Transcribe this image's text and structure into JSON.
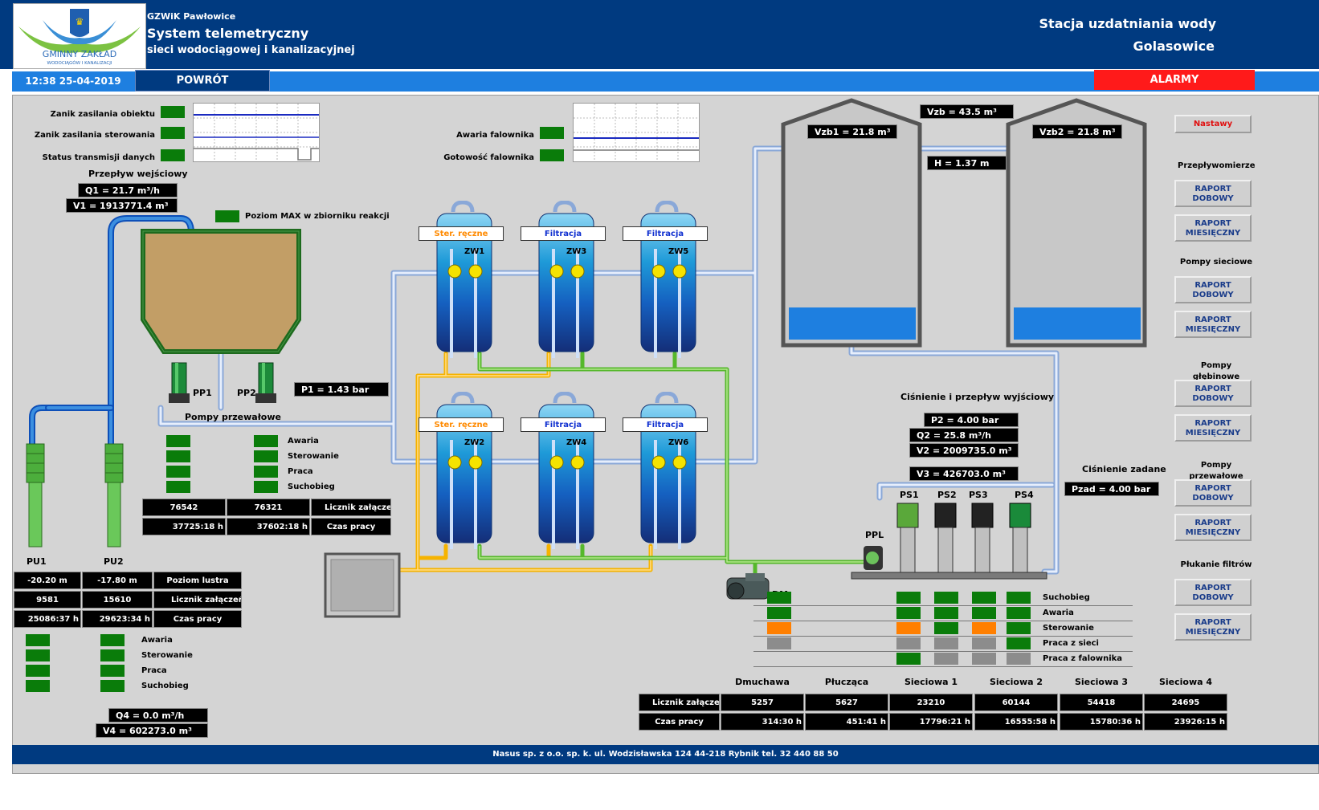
{
  "header": {
    "logo_text": "GMINNY ZAKŁAD",
    "logo_subtext": "WODOCIĄGÓW I KANALIZACJI",
    "org": "GZWiK Pawłowice",
    "title_line1": "System telemetryczny",
    "title_line2": "sieci wodociągowej i kanalizacyjnej",
    "station_line1": "Stacja uzdatniania wody",
    "station_line2": "Golasowice"
  },
  "toolbar": {
    "datetime": "12:38 25-04-2019",
    "back_label": "POWRÓT",
    "alarms_label": "ALARMY"
  },
  "status": {
    "power_loss_label": "Zanik zasilania obiektu",
    "control_power_loss_label": "Zanik zasilania sterowania",
    "data_transmission_label": "Status transmisji danych",
    "inverter_fault_label": "Awaria falownika",
    "inverter_ready_label": "Gotowość falownika"
  },
  "inflow": {
    "title": "Przepływ wejściowy",
    "q1": "Q1 =     21.7  m³/h",
    "v1": "V1 =   1913771.4 m³",
    "max_level_label": "Poziom MAX w zbiorniku reakcji"
  },
  "booster": {
    "pp1": "PP1",
    "pp2": "PP2",
    "p1": "P1 =  1.43   bar",
    "label": "Pompy przewałowe",
    "states": [
      "Awaria",
      "Sterowanie",
      "Praca",
      "Suchobieg"
    ],
    "counter1": "76542",
    "counter2": "76321",
    "counter_label": "Licznik załączeń",
    "time1": "37725:18 h",
    "time2": "37602:18 h",
    "time_label": "Czas pracy"
  },
  "wells": {
    "pu1": "PU1",
    "pu2": "PU2",
    "level1": "-20.20  m",
    "level2": "-17.80  m",
    "level_label": "Poziom lustra",
    "counter1": "9581",
    "counter2": "15610",
    "counter_label": "Licznik załączeń",
    "time1": "25086:37 h",
    "time2": "29623:34 h",
    "time_label": "Czas pracy",
    "states": [
      "Awaria",
      "Sterowanie",
      "Praca",
      "Suchobieg"
    ],
    "q4": "Q4 =      0.0  m³/h",
    "v4": "V4 =    602273.0 m³"
  },
  "filters": [
    {
      "name": "ZW1",
      "mode": "Ster. ręczne",
      "mode_color": "#ff8a00"
    },
    {
      "name": "ZW3",
      "mode": "Filtracja",
      "mode_color": "#1030d0"
    },
    {
      "name": "ZW5",
      "mode": "Filtracja",
      "mode_color": "#1030d0"
    },
    {
      "name": "ZW2",
      "mode": "Ster. ręczne",
      "mode_color": "#ff8a00"
    },
    {
      "name": "ZW4",
      "mode": "Filtracja",
      "mode_color": "#1030d0"
    },
    {
      "name": "ZW6",
      "mode": "Filtracja",
      "mode_color": "#1030d0"
    }
  ],
  "reservoirs": {
    "vzb": "Vzb =     43.5  m³",
    "vzb1": "Vzb1 =   21.8  m³",
    "vzb2": "Vzb2 =   21.8  m³",
    "h": "H =     1.37   m"
  },
  "outflow": {
    "title": "Ciśnienie i przepływ wyjściowy",
    "p2": "P2 =  4.00   bar",
    "q2": "Q2 =   25.8   m³/h",
    "v2": "V2 =    2009735.0  m³",
    "v3": "V3 =     426703.0  m³",
    "setpoint_title": "Ciśnienie zadane",
    "pzad": "Pzad =  4.00   bar",
    "pumps": [
      "PS1",
      "PS2",
      "PS3",
      "PS4"
    ],
    "ppl": "PPL",
    "dm": "DM",
    "state_labels": [
      "Suchobieg",
      "Awaria",
      "Sterowanie",
      "Praca z sieci",
      "Praca z falownika"
    ],
    "indicator_colors": {
      "green": "#0a7c0a",
      "orange": "#ff7f00",
      "gray": "#8c8c8c"
    }
  },
  "summary": {
    "columns": [
      "Dmuchawa",
      "Płucząca",
      "Sieciowa 1",
      "Sieciowa 2",
      "Sieciowa 3",
      "Sieciowa 4"
    ],
    "counter_label": "Licznik załączeń",
    "time_label": "Czas pracy",
    "counters": [
      "5257",
      "5627",
      "23210",
      "60144",
      "54418",
      "24695"
    ],
    "times": [
      "314:30 h",
      "451:41 h",
      "17796:21 h",
      "16555:58 h",
      "15780:36 h",
      "23926:15 h"
    ]
  },
  "sidebar": {
    "settings_label": "Nastawy",
    "groups": [
      {
        "title": "Przepływomierze",
        "daily": "RAPORT DOBOWY",
        "monthly": "RAPORT MIESIĘCZNY"
      },
      {
        "title": "Pompy sieciowe",
        "daily": "RAPORT DOBOWY",
        "monthly": "RAPORT MIESIĘCZNY"
      },
      {
        "title": "Pompy głębinowe",
        "daily": "RAPORT DOBOWY",
        "monthly": "RAPORT MIESIĘCZNY"
      },
      {
        "title": "Pompy przewałowe",
        "daily": "RAPORT DOBOWY",
        "monthly": "RAPORT MIESIĘCZNY"
      },
      {
        "title": "Płukanie filtrów",
        "daily": "RAPORT DOBOWY",
        "monthly": "RAPORT MIESIĘCZNY"
      }
    ]
  },
  "footer": {
    "text": "Nasus sp. z o.o. sp. k. ul. Wodzisławska 124   44-218  Rybnik  tel. 32 440 88 50"
  }
}
